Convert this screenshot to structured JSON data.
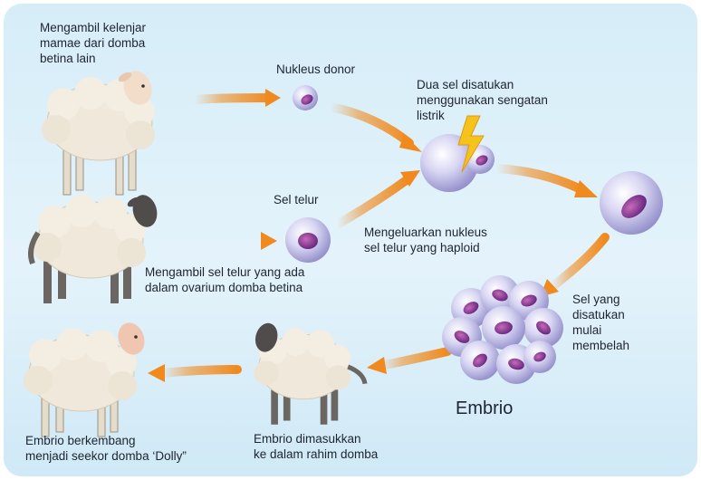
{
  "labels": {
    "mammary": "Mengambil kelenjar\nmamae dari domba\nbetina lain",
    "donor_nucleus": "Nukleus donor",
    "fusion": "Dua sel disatukan\nmenggunakan sengatan\nlistrik",
    "egg_cell": "Sel telur",
    "remove_nucleus": "Mengeluarkan  nukleus\nsel telur yang haploid",
    "take_egg": "Mengambil sel telur  yang ada\ndalam ovarium domba betina",
    "dividing": "Sel yang\ndisatukan\nmulai\nmembelah",
    "embryo": "Embrio",
    "implant": "Embrio dimasukkan\nke dalam rahim domba",
    "dolly": "Embrio berkembang\nmenjadi seekor domba  ‘Dolly”"
  },
  "colors": {
    "arrow": "#f08a1e",
    "cell": "#b9b6e6",
    "nucleus": "#7a2f8e",
    "background": "#dcf0fa"
  },
  "icons": [
    "sheep-icon",
    "cell-icon",
    "lightning-icon",
    "embryo-cluster-icon"
  ]
}
